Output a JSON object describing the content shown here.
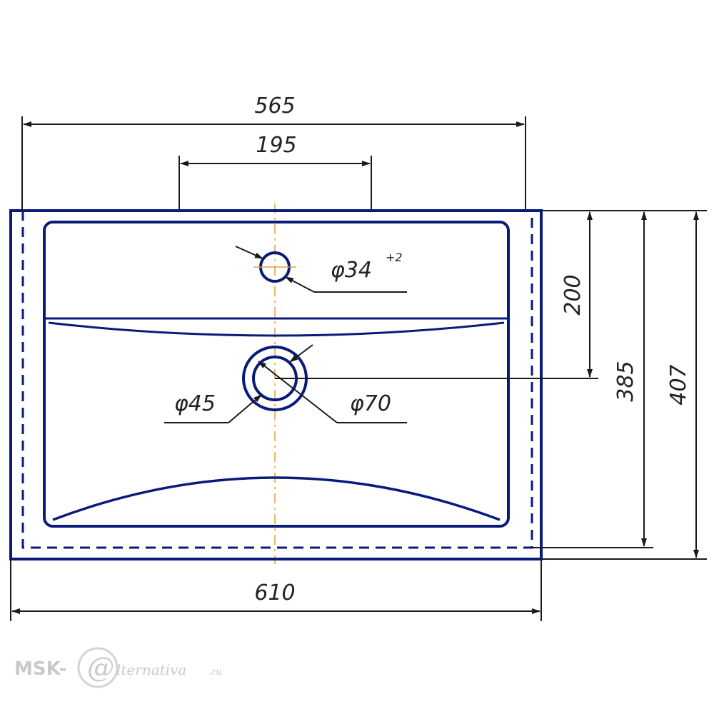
{
  "drawing": {
    "dimensions": {
      "overall_top_width": "565",
      "tap_hole_offset": "195",
      "tap_hole_diameter": "φ34",
      "tap_hole_tolerance": "+2",
      "drain_to_back": "200",
      "inner_depth": "385",
      "overall_depth": "407",
      "drain_inner_diameter": "φ45",
      "drain_outer_diameter": "φ70",
      "overall_bottom_width": "610"
    },
    "colors": {
      "outline": "#0a1a7a",
      "line_dark": "#1a1a1a",
      "centerline": "#e0a040"
    }
  },
  "watermark": {
    "brand_prefix": "MSK-",
    "brand_rest": "lternativa",
    "domain_suffix": ".ru"
  }
}
